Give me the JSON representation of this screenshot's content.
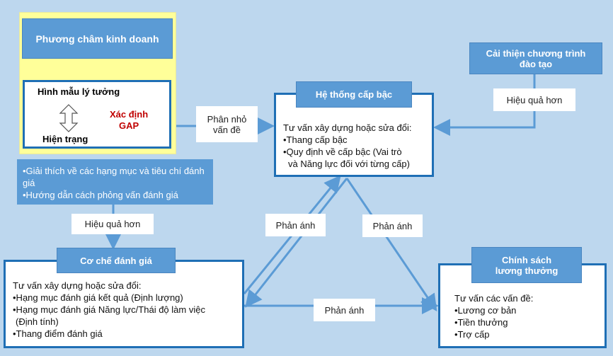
{
  "business_principle": "Phương châm kinh doanh",
  "ideal_model": "Hình mẫu lý tưởng",
  "current_state": "Hiện trạng",
  "gap": [
    "Xác định",
    "GAP"
  ],
  "guidance_box": [
    "•Giải thích về các hạng mục và tiêu chí đánh giá",
    "•Hướng dẫn cách phỏng vấn đánh giá"
  ],
  "labels": {
    "breakdown": [
      "Phân nhỏ",
      "vấn đề"
    ],
    "more_effective": "Hiệu quả hơn",
    "reflect": "Phản ánh"
  },
  "grade_system": {
    "title": "Hệ thống cấp bậc",
    "lines": [
      "Tư vấn xây dựng hoặc sửa đổi:",
      "•Thang cấp bậc",
      "•Quy định về cấp bậc (Vai trò",
      "  và Năng lực đối với từng cấp)"
    ]
  },
  "training": [
    "Cải thiện chương trình",
    "đào tạo"
  ],
  "evaluation": {
    "title": "Cơ chế đánh giá",
    "lines": [
      "Tư vấn xây dựng hoặc sửa đổi:",
      "•Hạng mục đánh giá kết quả (Định lượng)",
      "•Hạng mục đánh giá Năng lực/Thái độ làm việc",
      "(Định tính)",
      "•Thang điểm đánh giá"
    ]
  },
  "compensation": {
    "title": [
      "Chính sách",
      "lương thưởng"
    ],
    "lines": [
      "Tư vấn các vấn đề:",
      "•Lương cơ bản",
      "•Tiền thưởng",
      "•Trợ cấp"
    ]
  }
}
